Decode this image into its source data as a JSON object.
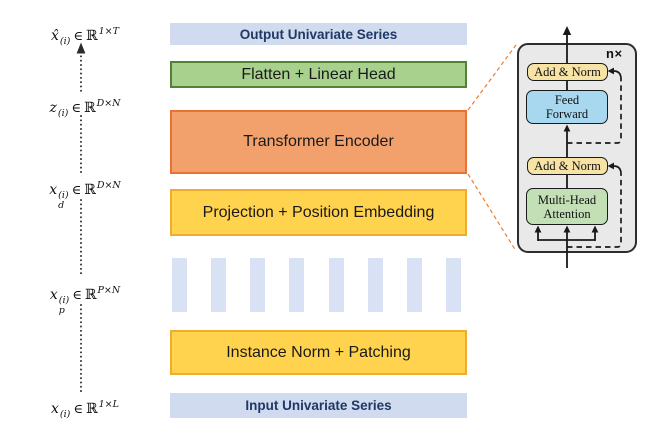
{
  "diagram": {
    "left_labels": [
      {
        "base": "x̂",
        "sup": "(i)",
        "sub": "",
        "element_of": "∈",
        "set": "ℝ",
        "exp": "1×T"
      },
      {
        "base": "z",
        "sup": "(i)",
        "sub": "",
        "element_of": "∈",
        "set": "ℝ",
        "exp": "D×N"
      },
      {
        "base": "x",
        "sup": "(i)",
        "sub": "d",
        "element_of": "∈",
        "set": "ℝ",
        "exp": "D×N"
      },
      {
        "base": "x",
        "sup": "(i)",
        "sub": "p",
        "element_of": "∈",
        "set": "ℝ",
        "exp": "P×N"
      },
      {
        "base": "x",
        "sup": "(i)",
        "sub": "",
        "element_of": "∈",
        "set": "ℝ",
        "exp": "1×L"
      }
    ],
    "pipeline": {
      "output_bar": "Output Univariate Series",
      "flatten_head": "Flatten + Linear Head",
      "encoder": "Transformer Encoder",
      "projection": "Projection + Position Embedding",
      "instance_norm": "Instance Norm + Patching",
      "input_bar": "Input Univariate Series",
      "patch_count": 8
    },
    "encoder_detail": {
      "repeat_label": "n×",
      "add_norm_top": "Add & Norm",
      "feed_forward_line1": "Feed",
      "feed_forward_line2": "Forward",
      "add_norm_bottom": "Add & Norm",
      "attention_line1": "Multi-Head",
      "attention_line2": "Attention"
    },
    "colors": {
      "bar_fill": "#d0dbf0",
      "bar_text": "#1f3864",
      "green_fill": "#a9d18e",
      "green_border": "#548235",
      "orange_fill": "#f3a16c",
      "orange_border": "#e97132",
      "yellow_fill": "#ffd34d",
      "yellow_border": "#efac2e",
      "patch_fill": "#d9e2f4",
      "panel_fill": "#e9e9e9",
      "panel_border": "#2d2d2d",
      "addnorm_fill": "#f7e3a6",
      "ff_fill": "#a8d8f0",
      "mha_fill": "#c3dfb6",
      "connector": "#ed7d31",
      "line": "#1a1a1a"
    }
  }
}
